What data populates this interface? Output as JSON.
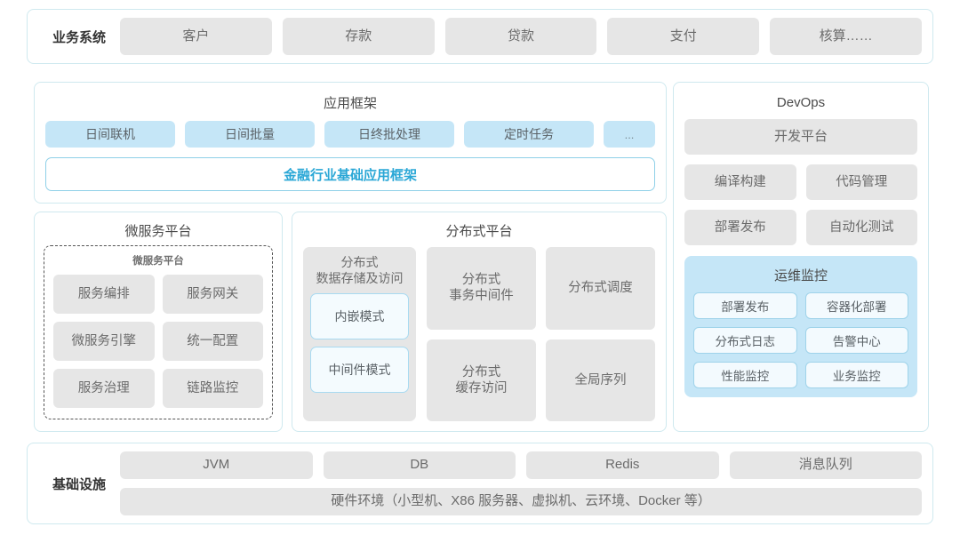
{
  "business_system": {
    "label": "业务系统",
    "items": [
      "客户",
      "存款",
      "贷款",
      "支付",
      "核算……"
    ]
  },
  "app_framework": {
    "title": "应用框架",
    "tags": [
      "日间联机",
      "日间批量",
      "日终批处理",
      "定时任务",
      "..."
    ],
    "base_framework": "金融行业基础应用框架"
  },
  "microservice_platform": {
    "title": "微服务平台",
    "inner_title": "微服务平台",
    "items": [
      "服务编排",
      "服务网关",
      "微服务引擎",
      "统一配置",
      "服务治理",
      "链路监控"
    ]
  },
  "distributed_platform": {
    "title": "分布式平台",
    "storage": {
      "title": "分布式\n数据存储及访问",
      "modes": [
        "内嵌模式",
        "中间件模式"
      ]
    },
    "items": [
      "分布式\n事务中间件",
      "分布式调度",
      "分布式\n缓存访问",
      "全局序列"
    ]
  },
  "devops": {
    "title": "DevOps",
    "platform": "开发平台",
    "items": [
      "编译构建",
      "代码管理",
      "部署发布",
      "自动化测试"
    ],
    "ops_monitor": {
      "title": "运维监控",
      "items": [
        "部署发布",
        "容器化部署",
        "分布式日志",
        "告警中心",
        "性能监控",
        "业务监控"
      ]
    }
  },
  "infrastructure": {
    "label": "基础设施",
    "items": [
      "JVM",
      "DB",
      "Redis",
      "消息队列"
    ],
    "hardware": "硬件环境（小型机、X86 服务器、虚拟机、云环境、Docker 等）"
  },
  "colors": {
    "panel_border": "#cfe9ef",
    "chip_grey": "#e6e6e6",
    "chip_blue": "#c5e6f7",
    "accent": "#2aa7d6"
  }
}
